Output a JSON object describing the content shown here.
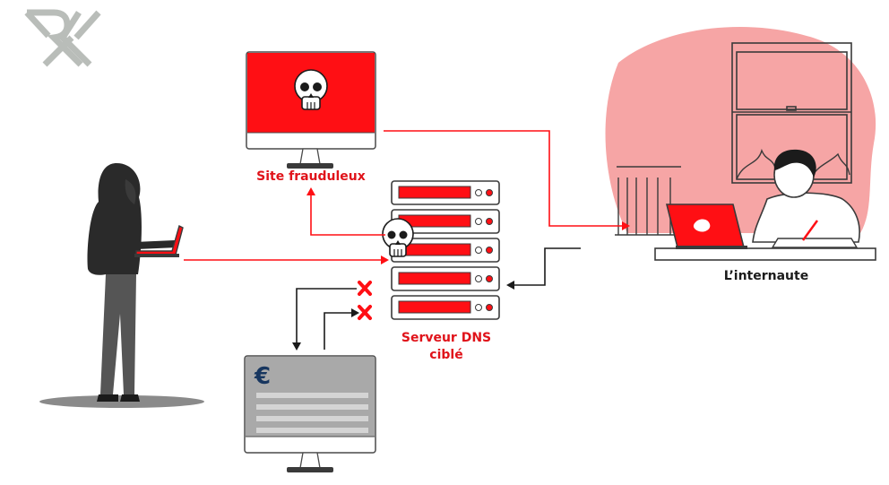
{
  "logo": {
    "text": "RK",
    "color": "#b9bdb9"
  },
  "labels": {
    "fraud_site": "Site frauduleux",
    "dns_server_line1": "Serveur DNS",
    "dns_server_line2": "ciblé",
    "internet_user": "L’internaute"
  },
  "bank_screen": {
    "symbol": "€"
  },
  "colors": {
    "accent_red": "#ff0f14",
    "label_red": "#e0131a",
    "pink_blob": "#f6a5a5",
    "dark": "#1b1b1b",
    "bank_gray": "#a9a9a9",
    "bank_symbol": "#17365f"
  },
  "icons": [
    "skull-icon",
    "cross-mark-icon",
    "euro-icon",
    "server-icon",
    "monitor-icon",
    "laptop-icon"
  ]
}
